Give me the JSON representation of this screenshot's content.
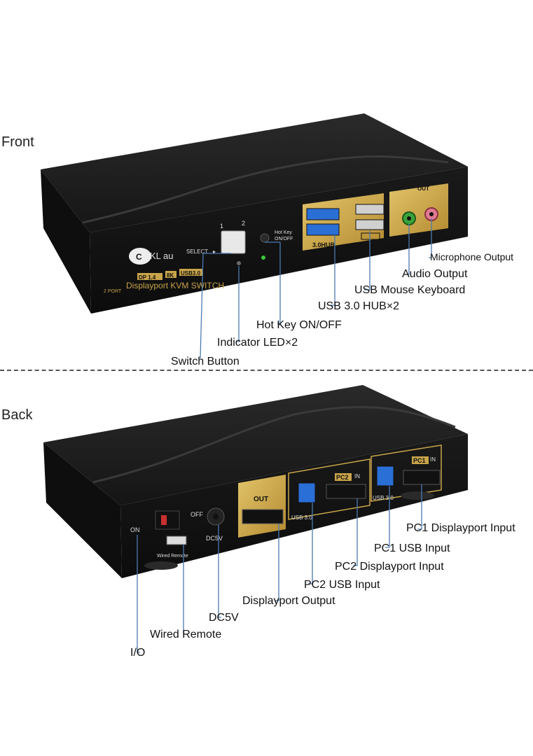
{
  "front": {
    "title": "Front",
    "device": {
      "brand": "KL au",
      "brand_ck": "C",
      "spec_badges": [
        "DP 1.4",
        "8K",
        "USB3.0"
      ],
      "port_count": "2 PORT",
      "product_line": "Displayport KVM SWITCH",
      "select_label": "SELECT",
      "select_arrow": "▸",
      "pc_numbers": [
        "1",
        "2"
      ],
      "hotkey_label_1": "Hot Key",
      "hotkey_label_2": "ON/OFF",
      "hub_label": "3.0HUB",
      "out_label": "OUT"
    },
    "callouts": {
      "microphone": "Microphone Output",
      "audio": "Audio Output",
      "usb_mouse_keyboard": "USB Mouse Keyboard",
      "usb_hub": "USB 3.0 HUB×2",
      "hotkey": "Hot Key ON/OFF",
      "indicator": "Indicator LED×2",
      "switch_button": "Switch Button"
    }
  },
  "back": {
    "title": "Back",
    "device": {
      "on_label": "ON",
      "off_label": "OFF",
      "dc_label": "DC5V",
      "wired_remote_label": "Wired Remote",
      "out_label": "OUT",
      "pc2_label": "PC2",
      "pc1_label": "PC1",
      "in_label": "IN",
      "usb_label": "USB 3.0"
    },
    "callouts": {
      "pc1_dp": "PC1 Displayport Input",
      "pc1_usb": "PC1 USB Input",
      "pc2_dp": "PC2 Displayport Input",
      "pc2_usb": "PC2 USB Input",
      "dp_out": "Displayport Output",
      "dc5v": "DC5V",
      "wired_remote": "Wired Remote",
      "io": "I/O"
    }
  },
  "colors": {
    "body": "#1c1c1c",
    "gold": "#c9a44a",
    "usb_blue": "#2a6fd6",
    "audio_green": "#3aa33a",
    "mic_pink": "#e07a92"
  }
}
